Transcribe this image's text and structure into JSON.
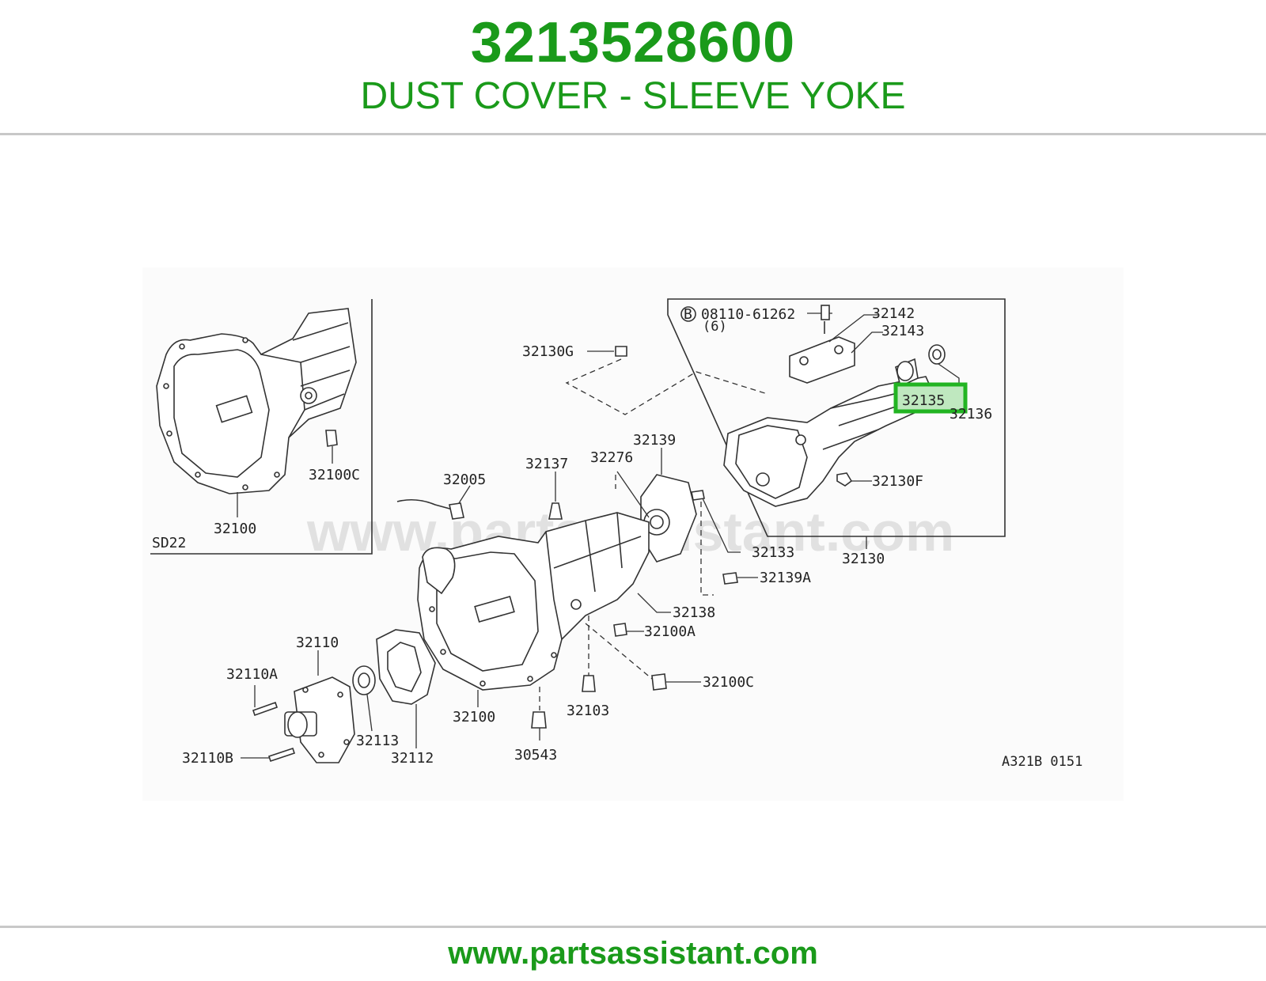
{
  "header": {
    "part_number": "3213528600",
    "part_name": "DUST COVER - SLEEVE YOKE"
  },
  "diagram": {
    "inset_label": "SD22",
    "bolt_callout": "B",
    "bolt_number": "08110-61262",
    "bolt_qty": "(6)",
    "drawing_code": "A321B 0151",
    "watermark": "www.partsassistant.com",
    "highlighted_part": "32135",
    "highlight_color": "#22b422",
    "part_labels": {
      "p32100_inset": "32100",
      "p32100c_inset": "32100C",
      "p32130g": "32130G",
      "p32142": "32142",
      "p32143": "32143",
      "p32135": "32135",
      "p32136": "32136",
      "p32130f": "32130F",
      "p32130": "32130",
      "p32133": "32133",
      "p32139": "32139",
      "p32276": "32276",
      "p32137": "32137",
      "p32005": "32005",
      "p32139a": "32139A",
      "p32138": "32138",
      "p32100a": "32100A",
      "p32100c": "32100C",
      "p32103": "32103",
      "p32100": "32100",
      "p30543": "30543",
      "p32110": "32110",
      "p32110a": "32110A",
      "p32110b": "32110B",
      "p32113": "32113",
      "p32112": "32112"
    }
  },
  "footer": {
    "url": "www.partsassistant.com"
  }
}
